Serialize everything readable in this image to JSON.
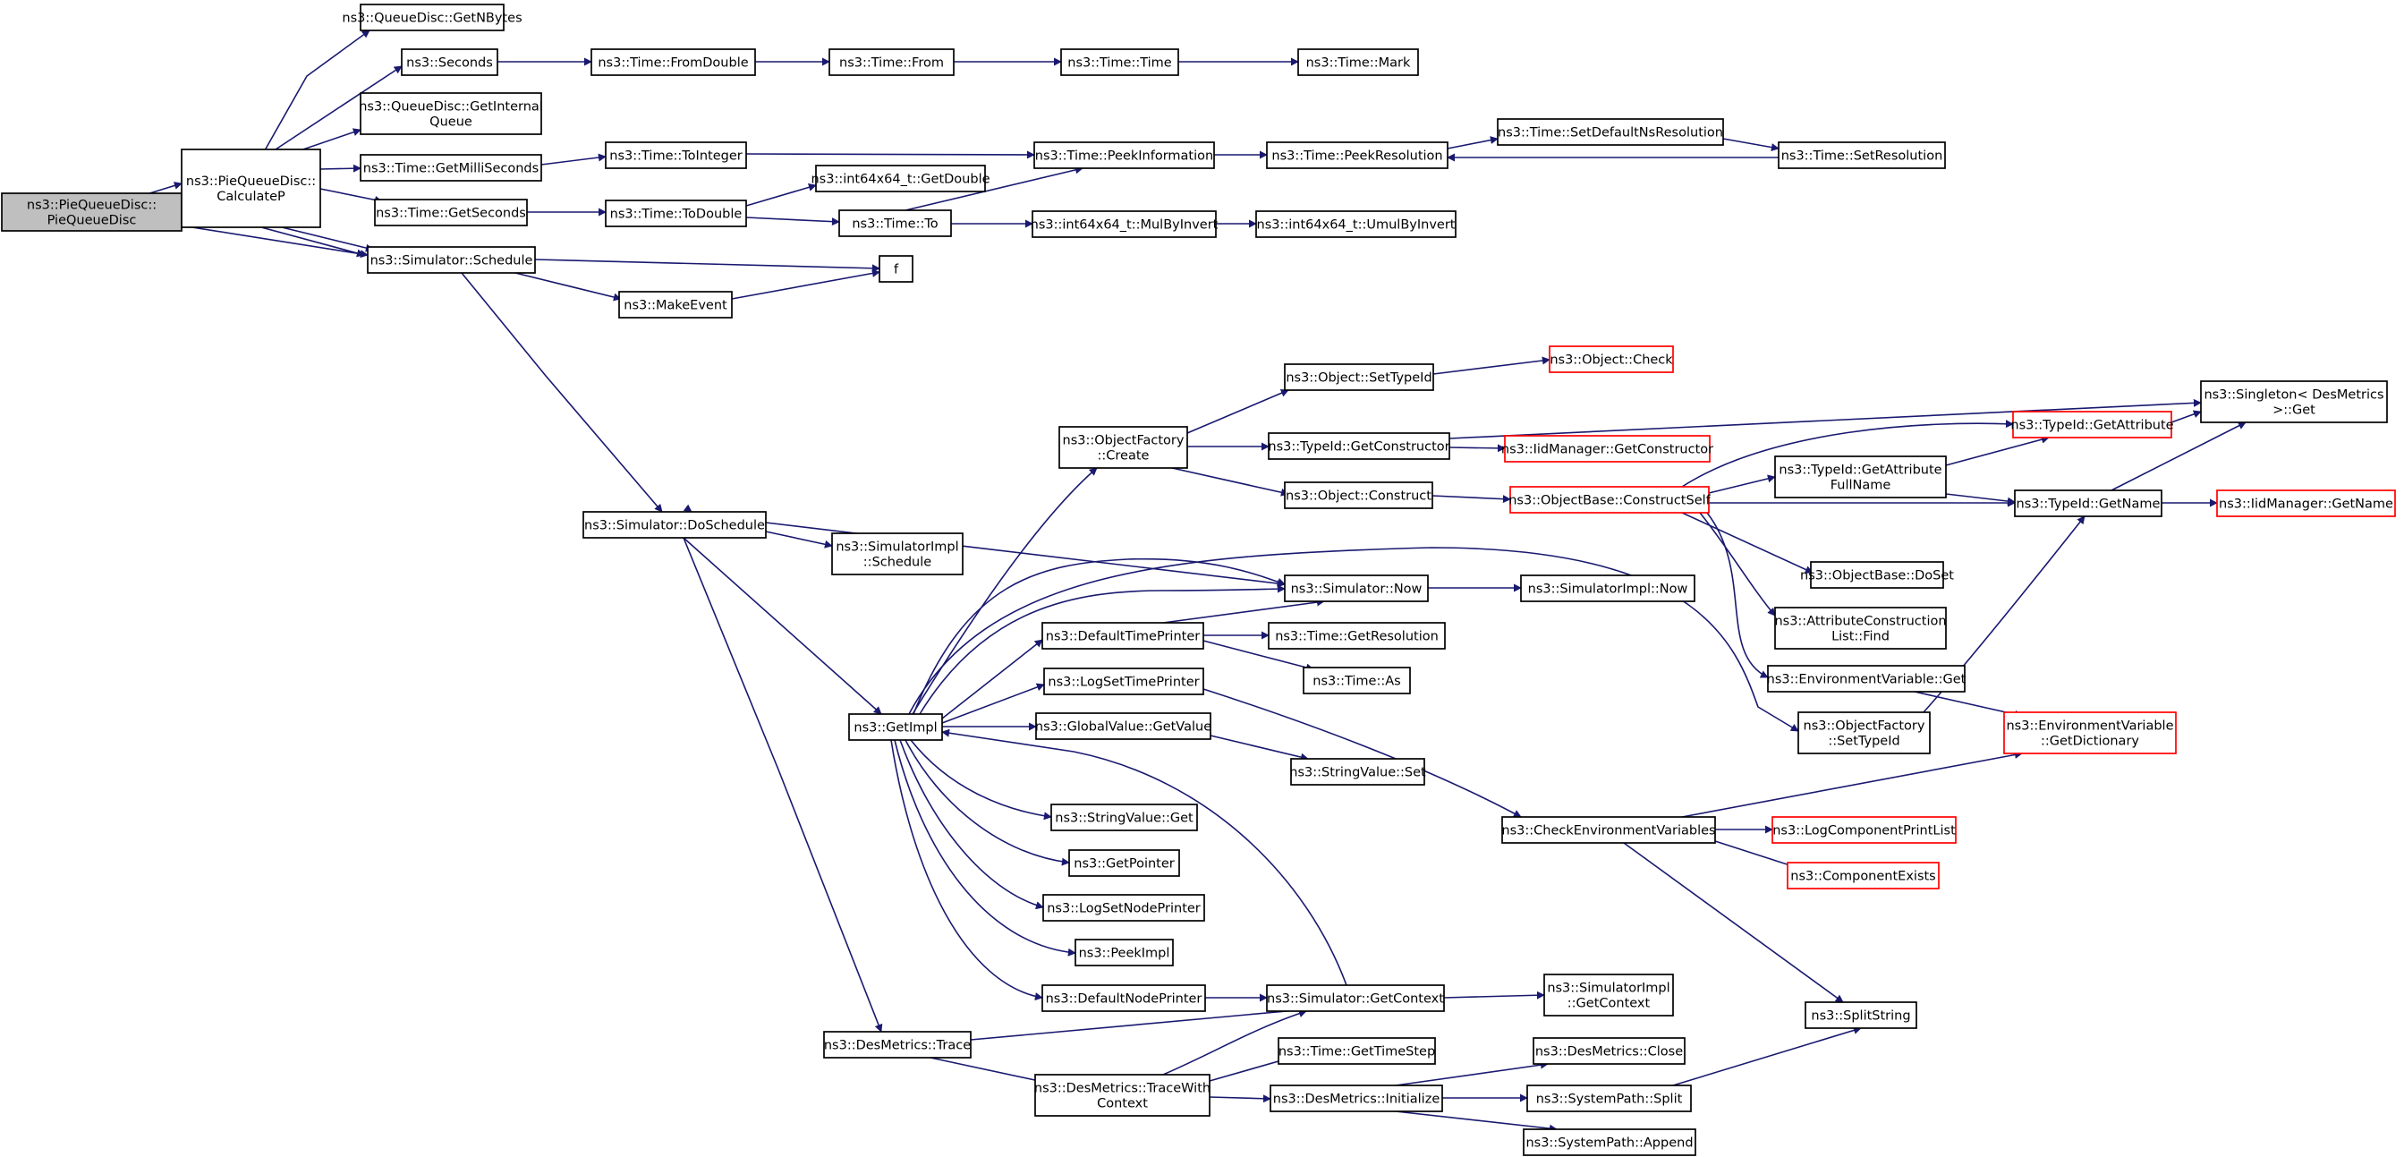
{
  "graph": {
    "edge_color": "#191970",
    "node_fill": "#ffffff",
    "root_fill": "#bfbfbf",
    "nodes": [
      {
        "id": "root",
        "lines": [
          "ns3::PieQueueDisc::",
          "PieQueueDisc"
        ],
        "style": "root"
      },
      {
        "id": "calc",
        "lines": [
          "ns3::PieQueueDisc::",
          "CalculateP"
        ]
      },
      {
        "id": "getnbytes",
        "lines": [
          "ns3::QueueDisc::GetNBytes"
        ]
      },
      {
        "id": "seconds",
        "lines": [
          "ns3::Seconds"
        ]
      },
      {
        "id": "getinternal",
        "lines": [
          "ns3::QueueDisc::GetInternal",
          "Queue"
        ]
      },
      {
        "id": "getmilli",
        "lines": [
          "ns3::Time::GetMilliSeconds"
        ]
      },
      {
        "id": "getsec",
        "lines": [
          "ns3::Time::GetSeconds"
        ]
      },
      {
        "id": "schedule",
        "lines": [
          "ns3::Simulator::Schedule"
        ]
      },
      {
        "id": "fromdouble",
        "lines": [
          "ns3::Time::FromDouble"
        ]
      },
      {
        "id": "from",
        "lines": [
          "ns3::Time::From"
        ]
      },
      {
        "id": "time",
        "lines": [
          "ns3::Time::Time"
        ]
      },
      {
        "id": "mark",
        "lines": [
          "ns3::Time::Mark"
        ]
      },
      {
        "id": "tointeger",
        "lines": [
          "ns3::Time::ToInteger"
        ]
      },
      {
        "id": "peekinfo",
        "lines": [
          "ns3::Time::PeekInformation"
        ]
      },
      {
        "id": "peekres",
        "lines": [
          "ns3::Time::PeekResolution"
        ]
      },
      {
        "id": "setdefns",
        "lines": [
          "ns3::Time::SetDefaultNsResolution"
        ]
      },
      {
        "id": "setres",
        "lines": [
          "ns3::Time::SetResolution"
        ]
      },
      {
        "id": "todouble",
        "lines": [
          "ns3::Time::ToDouble"
        ]
      },
      {
        "id": "getdouble",
        "lines": [
          "ns3::int64x64_t::GetDouble"
        ]
      },
      {
        "id": "to",
        "lines": [
          "ns3::Time::To"
        ]
      },
      {
        "id": "mulbyinv",
        "lines": [
          "ns3::int64x64_t::MulByInvert"
        ]
      },
      {
        "id": "umulbyinv",
        "lines": [
          "ns3::int64x64_t::UmulByInvert"
        ]
      },
      {
        "id": "f",
        "lines": [
          "f"
        ]
      },
      {
        "id": "makeevent",
        "lines": [
          "ns3::MakeEvent"
        ]
      },
      {
        "id": "doschedule",
        "lines": [
          "ns3::Simulator::DoSchedule"
        ]
      },
      {
        "id": "simimplsched",
        "lines": [
          "ns3::SimulatorImpl",
          "::Schedule"
        ]
      },
      {
        "id": "getimpl",
        "lines": [
          "ns3::GetImpl"
        ]
      },
      {
        "id": "destrace",
        "lines": [
          "ns3::DesMetrics::Trace"
        ]
      },
      {
        "id": "objfactcreate",
        "lines": [
          "ns3::ObjectFactory",
          "::Create"
        ]
      },
      {
        "id": "settypeid",
        "lines": [
          "ns3::Object::SetTypeId"
        ]
      },
      {
        "id": "objcheck",
        "lines": [
          "ns3::Object::Check"
        ],
        "style": "red"
      },
      {
        "id": "getconstructor",
        "lines": [
          "ns3::TypeId::GetConstructor"
        ]
      },
      {
        "id": "iidgetconstructor",
        "lines": [
          "ns3::IidManager::GetConstructor"
        ],
        "style": "red"
      },
      {
        "id": "objconstruct",
        "lines": [
          "ns3::Object::Construct"
        ]
      },
      {
        "id": "constructself",
        "lines": [
          "ns3::ObjectBase::ConstructSelf"
        ],
        "style": "red"
      },
      {
        "id": "singleton",
        "lines": [
          "ns3::Singleton< DesMetrics",
          "  >::Get"
        ]
      },
      {
        "id": "getattribute",
        "lines": [
          "ns3::TypeId::GetAttribute"
        ],
        "style": "red"
      },
      {
        "id": "getattrfull",
        "lines": [
          "ns3::TypeId::GetAttribute",
          "FullName"
        ]
      },
      {
        "id": "getname",
        "lines": [
          "ns3::TypeId::GetName"
        ]
      },
      {
        "id": "iidgetname",
        "lines": [
          "ns3::IidManager::GetName"
        ],
        "style": "red"
      },
      {
        "id": "simnow",
        "lines": [
          "ns3::Simulator::Now"
        ]
      },
      {
        "id": "simimplnow",
        "lines": [
          "ns3::SimulatorImpl::Now"
        ]
      },
      {
        "id": "doset",
        "lines": [
          "ns3::ObjectBase::DoSet"
        ]
      },
      {
        "id": "attrconstfind",
        "lines": [
          "ns3::AttributeConstruction",
          "List::Find"
        ]
      },
      {
        "id": "envget",
        "lines": [
          "ns3::EnvironmentVariable::Get"
        ]
      },
      {
        "id": "deftimeprinter",
        "lines": [
          "ns3::DefaultTimePrinter"
        ]
      },
      {
        "id": "gettimeres",
        "lines": [
          "ns3::Time::GetResolution"
        ]
      },
      {
        "id": "timeas",
        "lines": [
          "ns3::Time::As"
        ]
      },
      {
        "id": "logsettime",
        "lines": [
          "ns3::LogSetTimePrinter"
        ]
      },
      {
        "id": "globalgetvalue",
        "lines": [
          "ns3::GlobalValue::GetValue"
        ]
      },
      {
        "id": "strvalueset",
        "lines": [
          "ns3::StringValue::Set"
        ]
      },
      {
        "id": "objfactsettypeid",
        "lines": [
          "ns3::ObjectFactory",
          "::SetTypeId"
        ]
      },
      {
        "id": "envgetdict",
        "lines": [
          "ns3::EnvironmentVariable",
          "::GetDictionary"
        ],
        "style": "red"
      },
      {
        "id": "checkenv",
        "lines": [
          "ns3::CheckEnvironmentVariables"
        ]
      },
      {
        "id": "logcompprint",
        "lines": [
          "ns3::LogComponentPrintList"
        ],
        "style": "red"
      },
      {
        "id": "compexists",
        "lines": [
          "ns3::ComponentExists"
        ],
        "style": "red"
      },
      {
        "id": "strvalueget",
        "lines": [
          "ns3::StringValue::Get"
        ]
      },
      {
        "id": "getpointer",
        "lines": [
          "ns3::GetPointer"
        ]
      },
      {
        "id": "logsetnode",
        "lines": [
          "ns3::LogSetNodePrinter"
        ]
      },
      {
        "id": "peekimpl",
        "lines": [
          "ns3::PeekImpl"
        ]
      },
      {
        "id": "defnodeprinter",
        "lines": [
          "ns3::DefaultNodePrinter"
        ]
      },
      {
        "id": "simgetctx",
        "lines": [
          "ns3::Simulator::GetContext"
        ]
      },
      {
        "id": "simimplgetctx",
        "lines": [
          "ns3::SimulatorImpl",
          "::GetContext"
        ]
      },
      {
        "id": "splitstring",
        "lines": [
          "ns3::SplitString"
        ]
      },
      {
        "id": "gettimestep",
        "lines": [
          "ns3::Time::GetTimeStep"
        ]
      },
      {
        "id": "desclose",
        "lines": [
          "ns3::DesMetrics::Close"
        ]
      },
      {
        "id": "destracectx",
        "lines": [
          "ns3::DesMetrics::TraceWith",
          "Context"
        ]
      },
      {
        "id": "desinit",
        "lines": [
          "ns3::DesMetrics::Initialize"
        ]
      },
      {
        "id": "syssplit",
        "lines": [
          "ns3::SystemPath::Split"
        ]
      },
      {
        "id": "sysappend",
        "lines": [
          "ns3::SystemPath::Append"
        ]
      }
    ]
  }
}
